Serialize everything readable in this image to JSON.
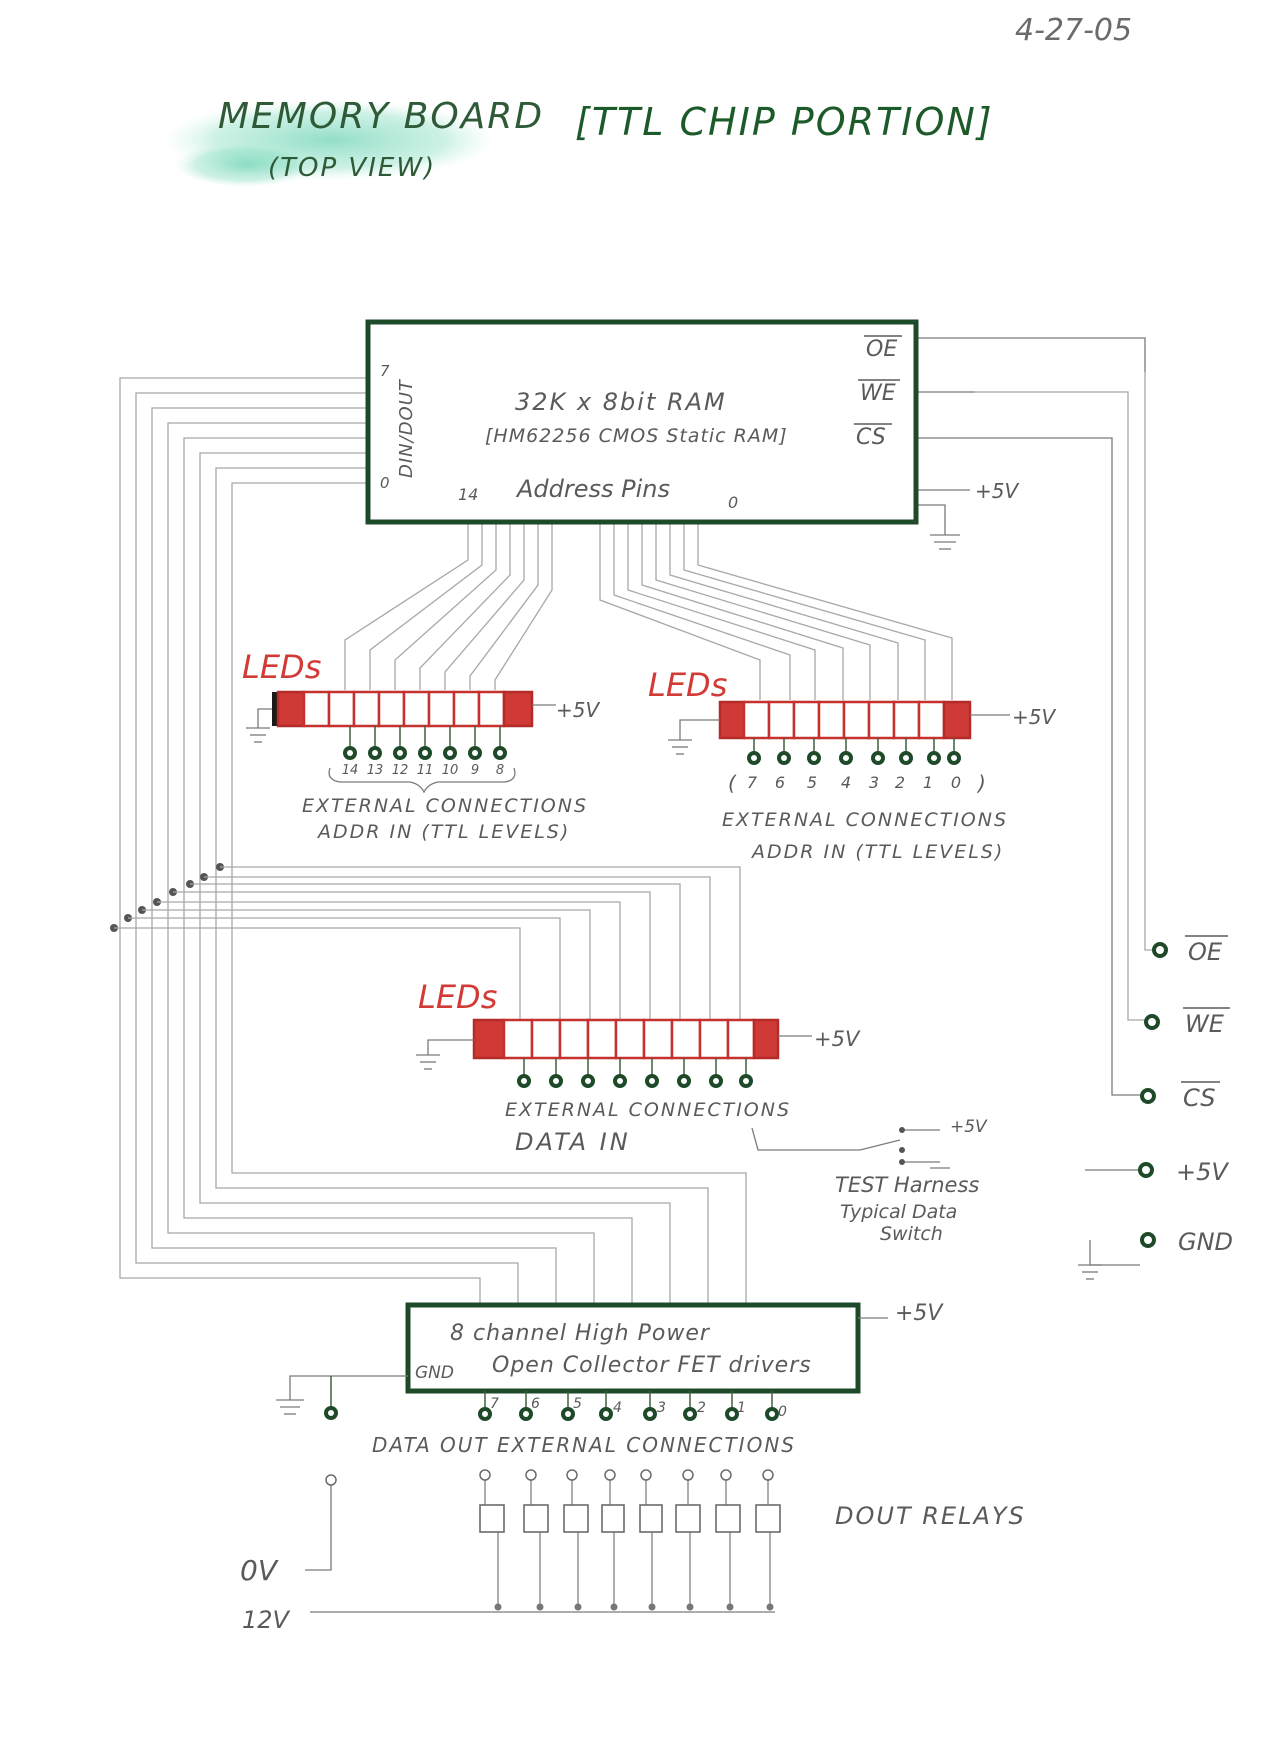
{
  "header": {
    "date": "4-27-05",
    "title_main": "MEMORY BOARD",
    "title_sub": "(TOP VIEW)",
    "title_bracket": "[TTL CHIP PORTION]"
  },
  "ram": {
    "line1": "32K x 8bit RAM",
    "line2": "[HM62256 CMOS Static RAM]",
    "pins_label": "Address Pins",
    "pin_left": "14",
    "pin_right": "0",
    "din_dout": "DIN/DOUT",
    "dio_top": "7",
    "dio_bottom": "0",
    "oe": "OE",
    "we": "WE",
    "cs": "CS",
    "vcc": "+5V"
  },
  "led_addr_hi": {
    "title": "LEDs",
    "vcc": "+5V",
    "pin_numbers": [
      "14",
      "13",
      "12",
      "11",
      "10",
      "9",
      "8"
    ],
    "caption1": "EXTERNAL CONNECTIONS",
    "caption2": "ADDR IN (TTL LEVELS)"
  },
  "led_addr_lo": {
    "title": "LEDs",
    "vcc": "+5V",
    "pin_numbers": [
      "7",
      "6",
      "5",
      "4",
      "3",
      "2",
      "1",
      "0"
    ],
    "caption1": "EXTERNAL CONNECTIONS",
    "caption2": "ADDR IN (TTL LEVELS)"
  },
  "led_data": {
    "title": "LEDs",
    "vcc": "+5V",
    "caption1": "EXTERNAL CONNECTIONS",
    "caption2": "DATA IN"
  },
  "test_harness": {
    "vcc": "+5V",
    "line1": "TEST Harness",
    "line2": "Typical Data",
    "line3": "Switch"
  },
  "control_terminals": {
    "oe": "OE",
    "we": "WE",
    "cs": "CS",
    "vcc": "+5V",
    "gnd": "GND"
  },
  "fet_driver": {
    "line1": "8 channel High Power",
    "line2": "Open Collector FET drivers",
    "gnd": "GND",
    "vcc": "+5V",
    "pin_numbers": [
      "7",
      "6",
      "5",
      "4",
      "3",
      "2",
      "1",
      "0"
    ],
    "caption": "DATA OUT EXTERNAL CONNECTIONS"
  },
  "relays": {
    "label": "DOUT RELAYS",
    "zero_volt": "0V",
    "twelve_volt": "12V"
  },
  "colors": {
    "green_ink": "#1d5a2a",
    "red_ink": "#d23a36",
    "pencil": "#a8a8a8",
    "highlight": "#6fd3b4"
  }
}
